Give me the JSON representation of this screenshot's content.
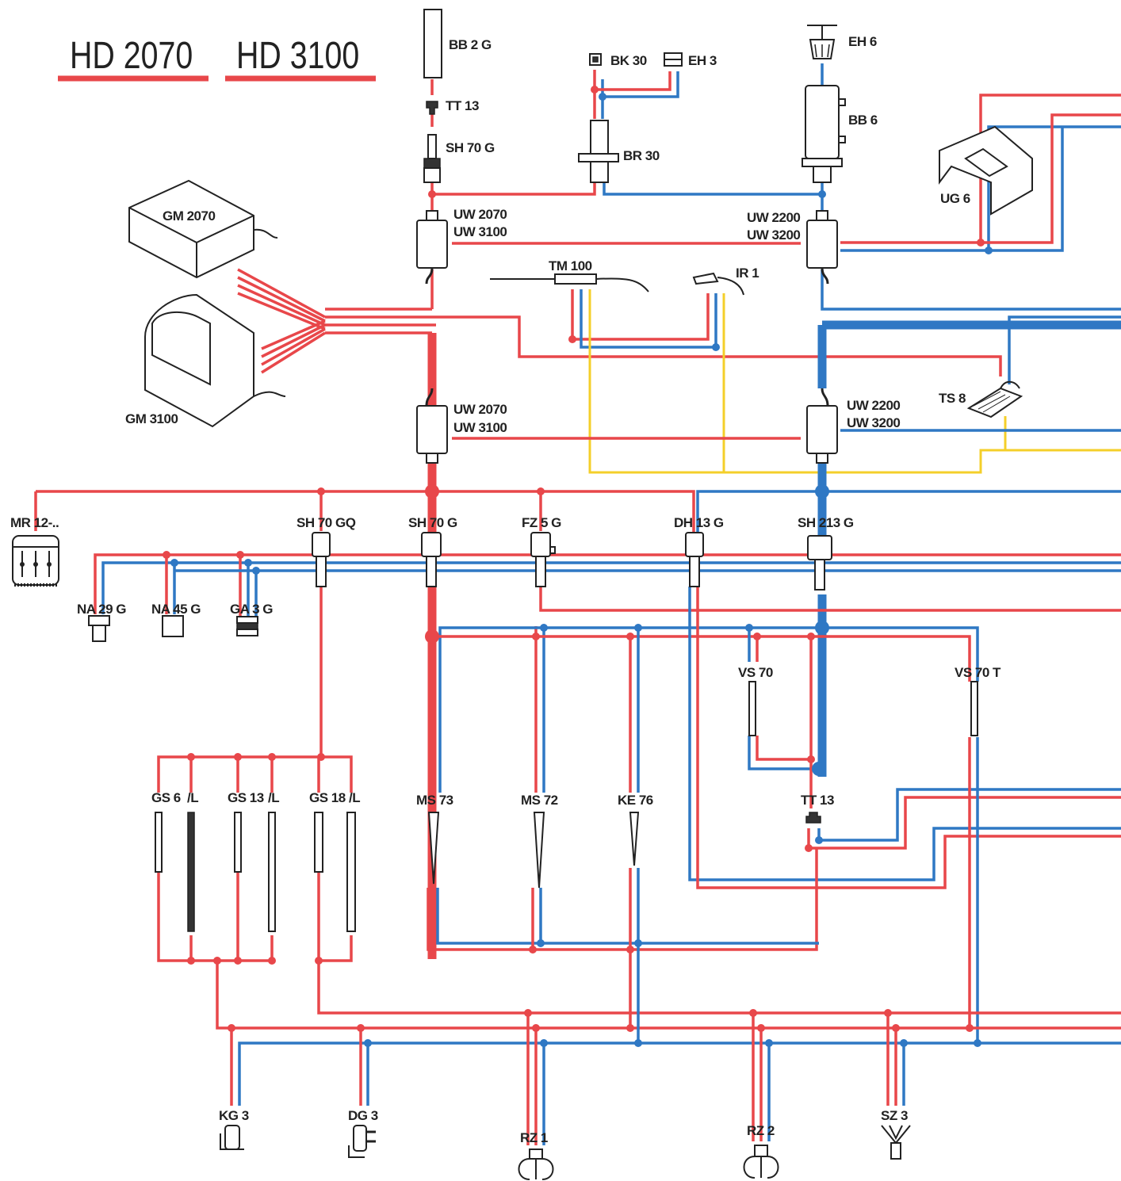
{
  "titles": [
    "HD 2070",
    "HD 3100"
  ],
  "colors": {
    "red_line": "#e8474a",
    "blue_line": "#2f78c4",
    "yellow_line": "#f4cf2a",
    "outline": "#222222"
  },
  "labels": {
    "bb2g": "BB 2 G",
    "tt13_top": "TT 13",
    "sh70g_top": "SH 70 G",
    "bk30": "BK 30",
    "eh3": "EH 3",
    "br30": "BR 30",
    "eh6": "EH 6",
    "bb6": "BB 6",
    "ug6": "UG 6",
    "gm2070": "GM 2070",
    "gm3100": "GM 3100",
    "uw2070_a": "UW 2070",
    "uw3100_a": "UW 3100",
    "uw2200_a": "UW 2200",
    "uw3200_a": "UW 3200",
    "tm100": "TM 100",
    "ir1": "IR 1",
    "ts8": "TS 8",
    "uw2070_b": "UW 2070",
    "uw3100_b": "UW 3100",
    "uw2200_b": "UW 2200",
    "uw3200_b": "UW 3200",
    "mr12": "MR 12-..",
    "sh70gq": "SH 70 GQ",
    "sh70g_mid": "SH 70 G",
    "fz5g": "FZ 5 G",
    "dh13g": "DH 13 G",
    "sh213g": "SH 213 G",
    "na29g": "NA 29 G",
    "na45g": "NA 45 G",
    "ga3g": "GA 3 G",
    "vs70": "VS 70",
    "vs70t": "VS 70 T",
    "gs6": "GS 6",
    "gs6l": "/L",
    "gs13": "GS 13",
    "gs13l": "/L",
    "gs18": "GS 18",
    "gs18l": "/L",
    "ms73": "MS 73",
    "ms72": "MS 72",
    "ke76": "KE 76",
    "tt13_bot": "TT 13",
    "kg3": "KG 3",
    "dg3": "DG 3",
    "rz1": "RZ 1",
    "rz2": "RZ 2",
    "sz3": "SZ 3"
  }
}
